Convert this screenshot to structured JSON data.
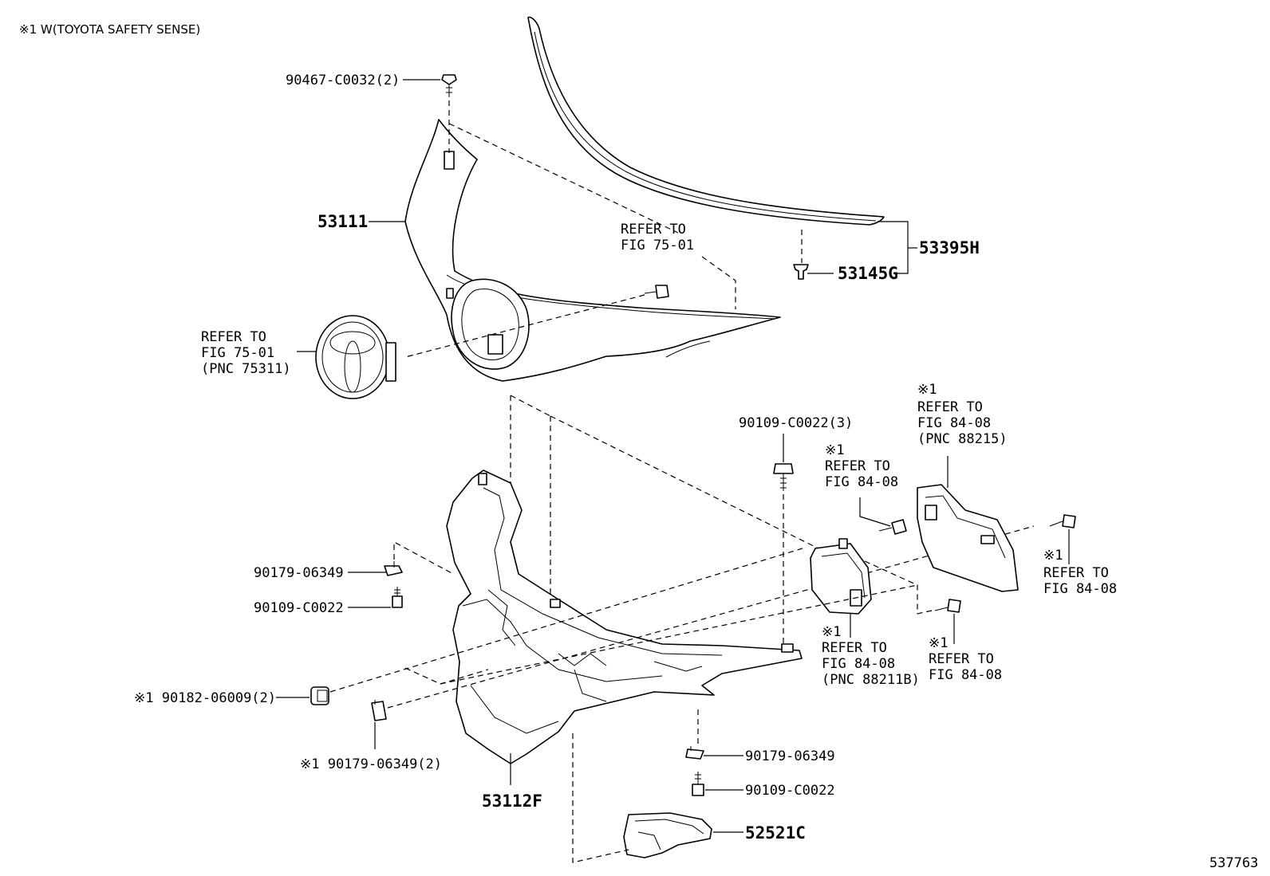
{
  "header_note": "※1 W(TOYOTA SAFETY SENSE)",
  "drawing_number": "537763",
  "labels": {
    "clip_top": "90467-C0032(2)",
    "hood": "53111",
    "hood_weatherstrip": "53395H",
    "clip_weatherstrip": "53145G",
    "refer_emblem_mount": [
      "REFER TO",
      "FIG 75-01"
    ],
    "refer_emblem": [
      "REFER TO",
      "FIG 75-01",
      "(PNC 75311)"
    ],
    "bolt_sensor": "90109-C0022(3)",
    "refer_bracket_top": [
      "※1",
      "REFER TO",
      "FIG 84-08",
      "(PNC 88215)"
    ],
    "refer_bolt_left": [
      "※1",
      "REFER TO",
      "FIG 84-08"
    ],
    "refer_bolt_right": [
      "※1",
      "REFER TO",
      "FIG 84-08"
    ],
    "refer_sensor": [
      "※1",
      "REFER TO",
      "FIG 84-08",
      "(PNC 88211B)"
    ],
    "refer_bolt_lower": [
      "※1",
      "REFER TO",
      "FIG 84-08"
    ],
    "nut_left": "90179-06349",
    "bolt_left": "90109-C0022",
    "retainer_left": "※1 90182-06009(2)",
    "nut_lower_left": "※1 90179-06349(2)",
    "support": "53112F",
    "nut_bottom": "90179-06349",
    "bolt_bottom": "90109-C0022",
    "duct": "52521C"
  }
}
